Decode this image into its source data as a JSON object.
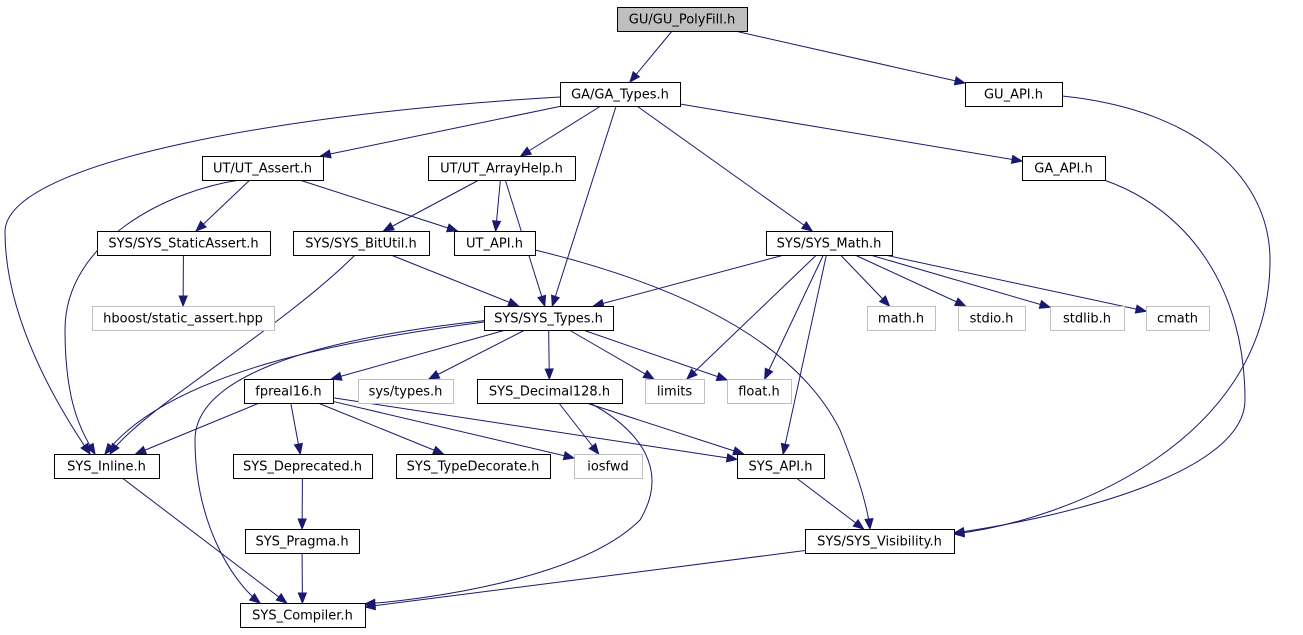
{
  "colors": {
    "edge": "#191970",
    "node_border": "#000000",
    "node_fill": "#ffffff",
    "root_fill": "#bfbfbf",
    "external_border": "#bfbfbf",
    "text": "#000000"
  },
  "nodes": [
    {
      "id": "gu_polyfill",
      "label": "GU/GU_PolyFill.h",
      "kind": "root"
    },
    {
      "id": "ga_types",
      "label": "GA/GA_Types.h",
      "kind": "file"
    },
    {
      "id": "gu_api",
      "label": "GU_API.h",
      "kind": "file"
    },
    {
      "id": "ut_assert",
      "label": "UT/UT_Assert.h",
      "kind": "file"
    },
    {
      "id": "ut_arrayhelp",
      "label": "UT/UT_ArrayHelp.h",
      "kind": "file"
    },
    {
      "id": "ga_api",
      "label": "GA_API.h",
      "kind": "file"
    },
    {
      "id": "sys_staticassert",
      "label": "SYS/SYS_StaticAssert.h",
      "kind": "file"
    },
    {
      "id": "sys_bitutil",
      "label": "SYS/SYS_BitUtil.h",
      "kind": "file"
    },
    {
      "id": "ut_api",
      "label": "UT_API.h",
      "kind": "file"
    },
    {
      "id": "sys_math",
      "label": "SYS/SYS_Math.h",
      "kind": "file"
    },
    {
      "id": "hboost_sa",
      "label": "hboost/static_assert.hpp",
      "kind": "external"
    },
    {
      "id": "sys_types",
      "label": "SYS/SYS_Types.h",
      "kind": "file"
    },
    {
      "id": "math_h",
      "label": "math.h",
      "kind": "external"
    },
    {
      "id": "stdio_h",
      "label": "stdio.h",
      "kind": "external"
    },
    {
      "id": "stdlib_h",
      "label": "stdlib.h",
      "kind": "external"
    },
    {
      "id": "cmath",
      "label": "cmath",
      "kind": "external"
    },
    {
      "id": "fpreal16",
      "label": "fpreal16.h",
      "kind": "file"
    },
    {
      "id": "sys_types_h",
      "label": "sys/types.h",
      "kind": "external"
    },
    {
      "id": "sys_decimal128",
      "label": "SYS_Decimal128.h",
      "kind": "file"
    },
    {
      "id": "limits",
      "label": "limits",
      "kind": "external"
    },
    {
      "id": "float_h",
      "label": "float.h",
      "kind": "external"
    },
    {
      "id": "sys_inline",
      "label": "SYS_Inline.h",
      "kind": "file"
    },
    {
      "id": "sys_deprecated",
      "label": "SYS_Deprecated.h",
      "kind": "file"
    },
    {
      "id": "sys_typedecorate",
      "label": "SYS_TypeDecorate.h",
      "kind": "file"
    },
    {
      "id": "iosfwd",
      "label": "iosfwd",
      "kind": "external"
    },
    {
      "id": "sys_api",
      "label": "SYS_API.h",
      "kind": "file"
    },
    {
      "id": "sys_pragma",
      "label": "SYS_Pragma.h",
      "kind": "file"
    },
    {
      "id": "sys_visibility",
      "label": "SYS/SYS_Visibility.h",
      "kind": "file"
    },
    {
      "id": "sys_compiler",
      "label": "SYS_Compiler.h",
      "kind": "file"
    }
  ],
  "edges": [
    {
      "from": "gu_polyfill",
      "to": "ga_types"
    },
    {
      "from": "gu_polyfill",
      "to": "gu_api"
    },
    {
      "from": "ga_types",
      "to": "ut_assert"
    },
    {
      "from": "ga_types",
      "to": "ut_arrayhelp"
    },
    {
      "from": "ga_types",
      "to": "ga_api"
    },
    {
      "from": "ga_types",
      "to": "sys_math"
    },
    {
      "from": "ga_types",
      "to": "sys_types"
    },
    {
      "from": "ga_types",
      "to": "sys_inline"
    },
    {
      "from": "gu_api",
      "to": "sys_visibility"
    },
    {
      "from": "ut_assert",
      "to": "sys_staticassert"
    },
    {
      "from": "ut_assert",
      "to": "ut_api"
    },
    {
      "from": "ut_assert",
      "to": "sys_inline"
    },
    {
      "from": "ut_arrayhelp",
      "to": "sys_bitutil"
    },
    {
      "from": "ut_arrayhelp",
      "to": "ut_api"
    },
    {
      "from": "ut_arrayhelp",
      "to": "sys_types"
    },
    {
      "from": "ga_api",
      "to": "sys_visibility"
    },
    {
      "from": "sys_staticassert",
      "to": "hboost_sa"
    },
    {
      "from": "sys_bitutil",
      "to": "sys_types"
    },
    {
      "from": "sys_bitutil",
      "to": "sys_inline"
    },
    {
      "from": "ut_api",
      "to": "sys_visibility"
    },
    {
      "from": "sys_math",
      "to": "sys_types"
    },
    {
      "from": "sys_math",
      "to": "math_h"
    },
    {
      "from": "sys_math",
      "to": "stdio_h"
    },
    {
      "from": "sys_math",
      "to": "stdlib_h"
    },
    {
      "from": "sys_math",
      "to": "cmath"
    },
    {
      "from": "sys_math",
      "to": "limits"
    },
    {
      "from": "sys_math",
      "to": "float_h"
    },
    {
      "from": "sys_math",
      "to": "sys_api"
    },
    {
      "from": "sys_types",
      "to": "fpreal16"
    },
    {
      "from": "sys_types",
      "to": "sys_types_h"
    },
    {
      "from": "sys_types",
      "to": "sys_decimal128"
    },
    {
      "from": "sys_types",
      "to": "limits"
    },
    {
      "from": "sys_types",
      "to": "float_h"
    },
    {
      "from": "sys_types",
      "to": "sys_inline"
    },
    {
      "from": "sys_types",
      "to": "sys_compiler"
    },
    {
      "from": "fpreal16",
      "to": "sys_inline"
    },
    {
      "from": "fpreal16",
      "to": "sys_deprecated"
    },
    {
      "from": "fpreal16",
      "to": "sys_typedecorate"
    },
    {
      "from": "fpreal16",
      "to": "iosfwd"
    },
    {
      "from": "fpreal16",
      "to": "sys_api"
    },
    {
      "from": "sys_decimal128",
      "to": "iosfwd"
    },
    {
      "from": "sys_decimal128",
      "to": "sys_api"
    },
    {
      "from": "sys_decimal128",
      "to": "sys_compiler"
    },
    {
      "from": "sys_inline",
      "to": "sys_compiler"
    },
    {
      "from": "sys_deprecated",
      "to": "sys_pragma"
    },
    {
      "from": "sys_pragma",
      "to": "sys_compiler"
    },
    {
      "from": "sys_api",
      "to": "sys_visibility"
    },
    {
      "from": "sys_visibility",
      "to": "sys_compiler"
    }
  ]
}
